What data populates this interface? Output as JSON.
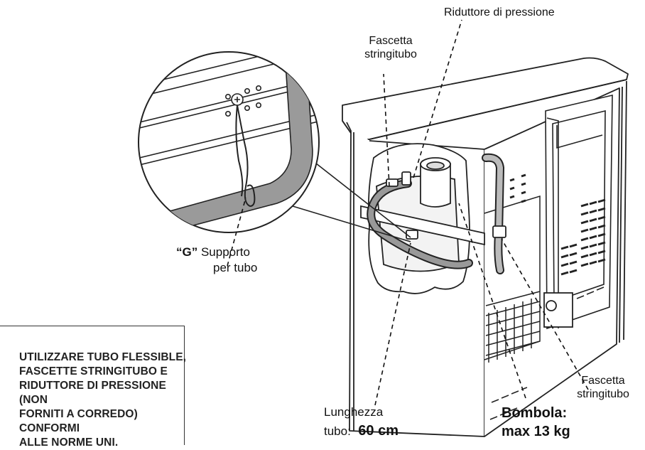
{
  "labels": {
    "riduttore": "Riduttore di pressione",
    "fascetta_top_line1": "Fascetta",
    "fascetta_top_line2": "stringitubo",
    "supporto_g": "“G”",
    "supporto_line1": "Supporto",
    "supporto_line2": "per tubo",
    "fascetta_right_line1": "Fascetta",
    "fascetta_right_line2": "stringitubo",
    "lunghezza_line1": "Lunghezza",
    "lunghezza_line2": "tubo:",
    "lunghezza_value": "60 cm",
    "bombola_line1": "Bombola:",
    "bombola_line2": "max 13 kg"
  },
  "note": {
    "line1": "UTILIZZARE TUBO FLESSIBLE,",
    "line2": "FASCETTE STRINGITUBO E",
    "line3": "RIDUTTORE DI PRESSIONE (NON",
    "line4": "FORNITI A CORREDO) CONFORMI",
    "line5": "ALLE NORME UNI."
  }
}
